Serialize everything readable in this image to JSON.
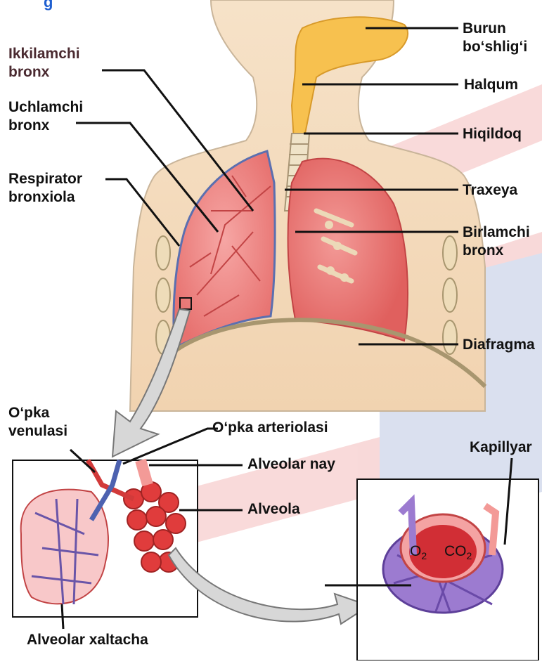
{
  "title_fragment": "g",
  "labels": {
    "nasal_cavity_1": "Burun",
    "nasal_cavity_2": "bo‘shlig‘i",
    "pharynx": "Halqum",
    "larynx": "Hiqildoq",
    "trachea": "Traxeya",
    "primary_bronchus_1": "Birlamchi",
    "primary_bronchus_2": "bronx",
    "diaphragm": "Diafragma",
    "secondary_bronchus_1": "Ikkilamchi",
    "secondary_bronchus_2": "bronx",
    "tertiary_bronchus_1": "Uchlamchi",
    "tertiary_bronchus_2": "bronx",
    "respiratory_bronchiole_1": "Respirator",
    "respiratory_bronchiole_2": "bronxiola",
    "pulmonary_venule_1": "O‘pka",
    "pulmonary_venule_2": "venulasi",
    "pulmonary_arteriole": "O‘pka arteriolasi",
    "alveolar_duct": "Alveolar nay",
    "alveolus": "Alveola",
    "capillary": "Kapillyar",
    "alveolar_sac": "Alveolar xaltacha",
    "o2": "O",
    "o2_sub": "2",
    "co2": "CO",
    "co2_sub": "2"
  }
}
